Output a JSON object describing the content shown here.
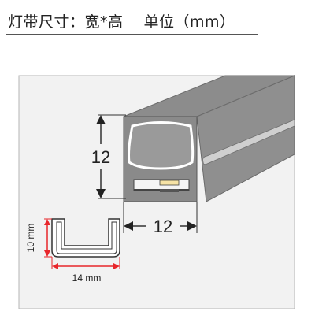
{
  "header": {
    "title": "灯带尺寸：宽*高　  单位（mm）"
  },
  "diagram": {
    "main_height_label": "12",
    "main_width_label": "12",
    "channel_height_label": "10 mm",
    "channel_width_label": "14 mm",
    "colors": {
      "tube_gray": "#8c8c8c",
      "tube_dark": "#6b6b6b",
      "tube_light": "#c9c9c9",
      "frame_fill": "#f2f2f2",
      "channel_dim": "#e8262b",
      "text": "#222222"
    }
  }
}
